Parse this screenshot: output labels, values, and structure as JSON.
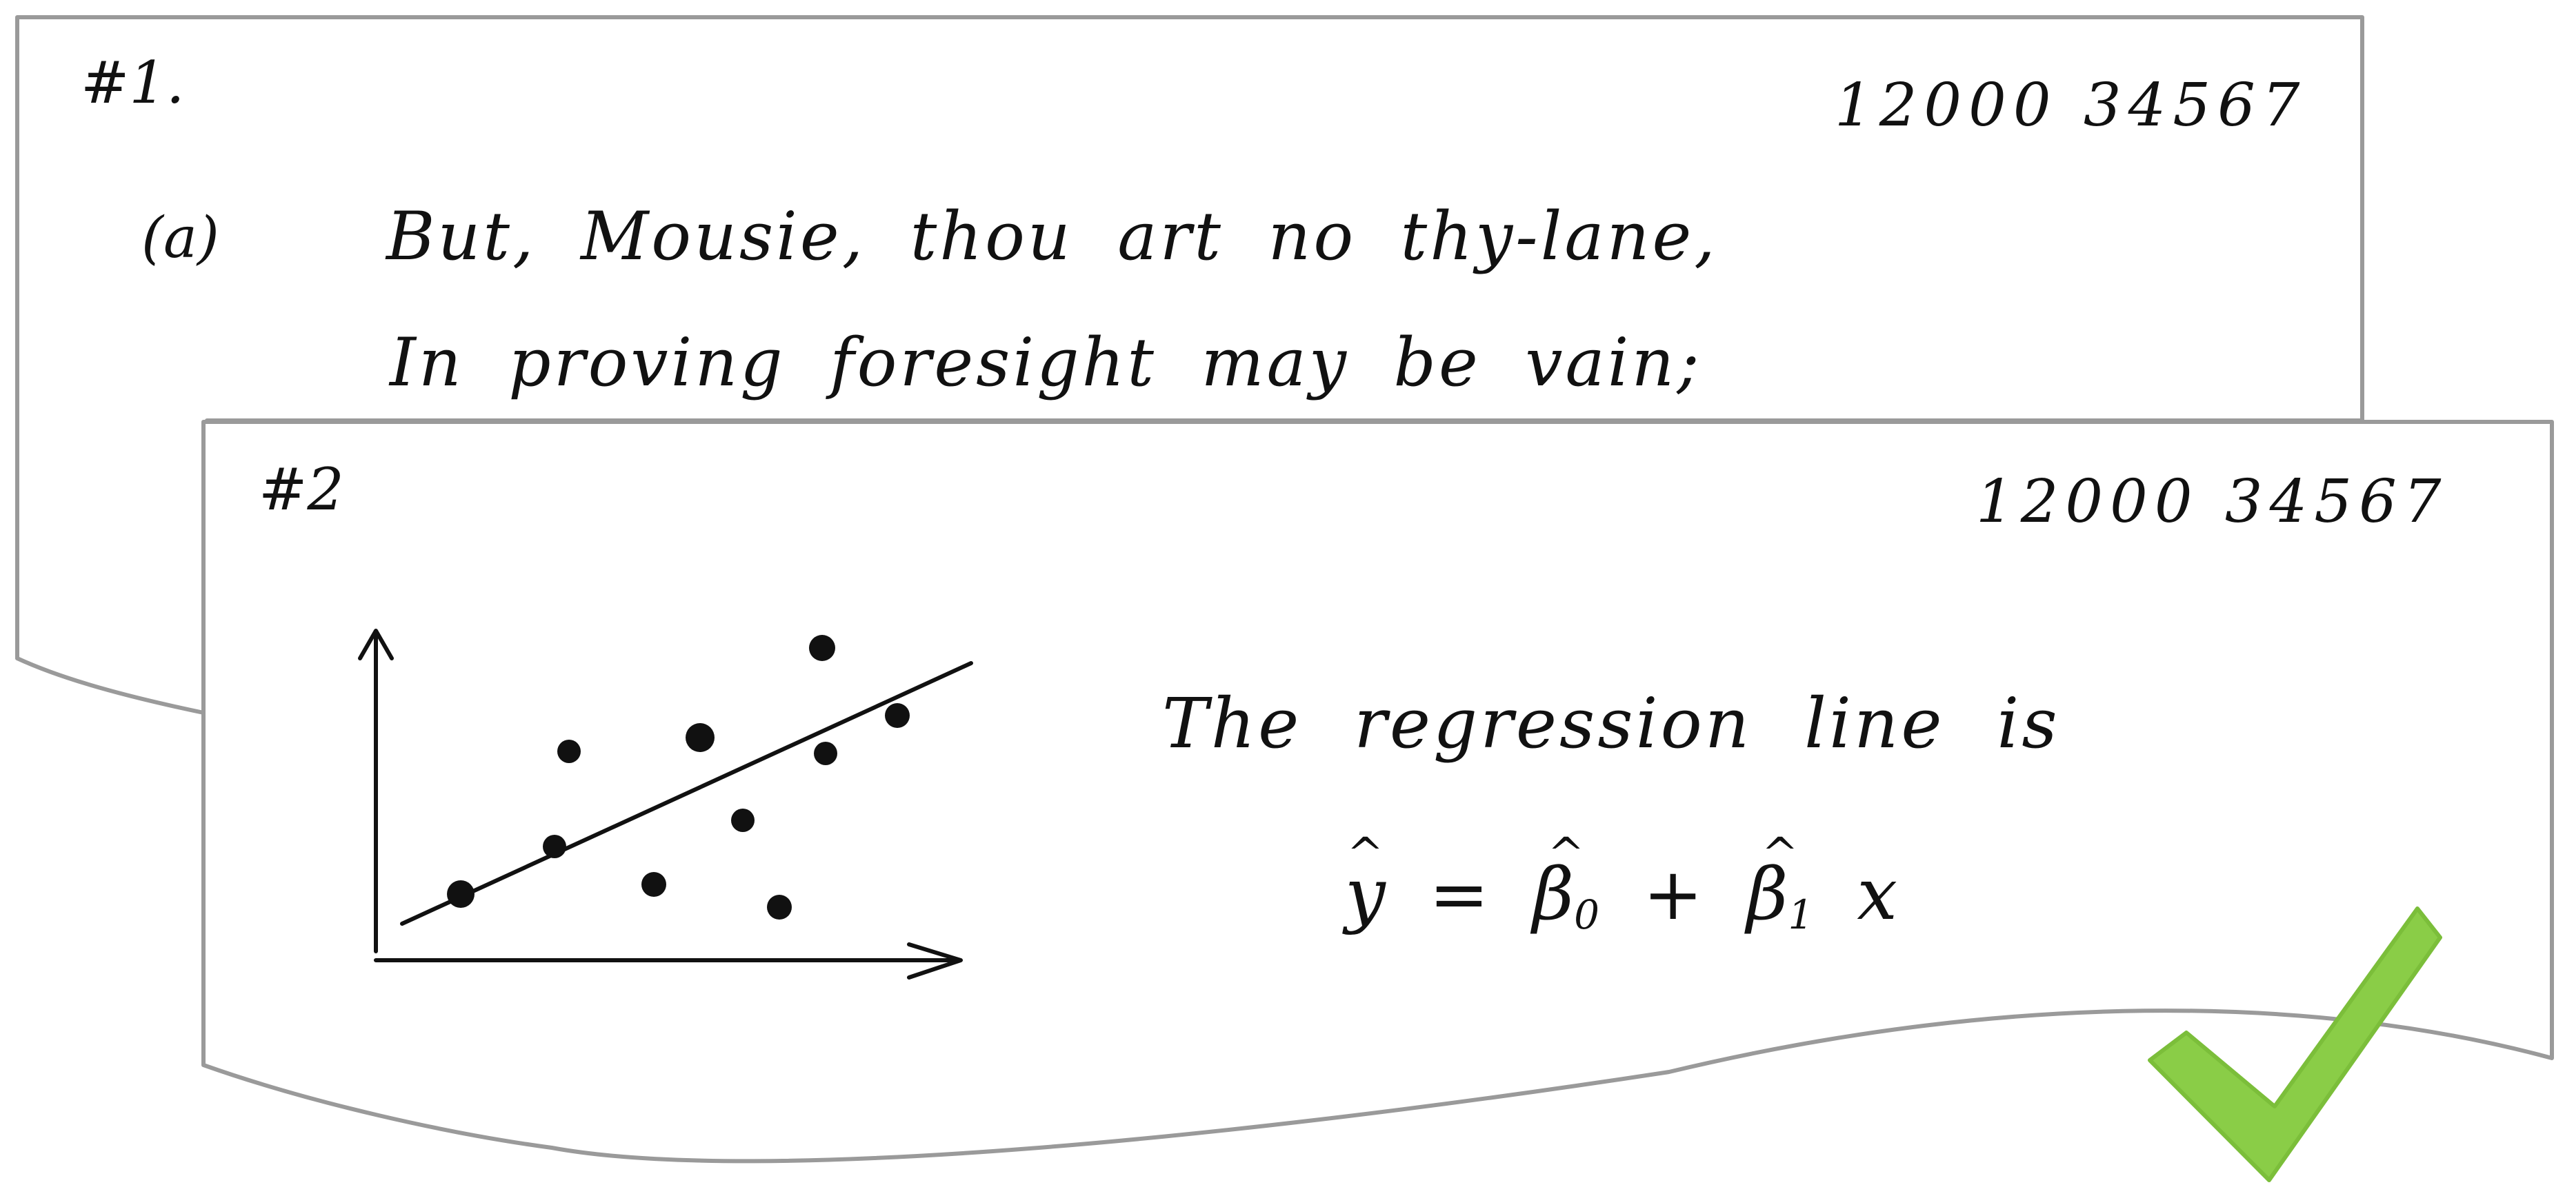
{
  "sheet_1": {
    "question_label": "#1.",
    "student_id": "12000 34567",
    "part_label": "(a)",
    "text_lines": [
      "But, Mousie, thou art no thy-lane,",
      "In proving foresight may be vain;"
    ]
  },
  "sheet_2": {
    "question_label": "#2",
    "student_id": "12000 34567",
    "answer_text": "The regression line is",
    "formula": {
      "lhs": "y",
      "equals": "=",
      "beta": "β",
      "sub_0": "0",
      "plus": "+",
      "sub_1": "1",
      "x": "x",
      "hat": "^"
    },
    "scatter_plot": {
      "point_count": 10,
      "has_regression_line": true,
      "axes": "arrows"
    }
  },
  "check_mark": {
    "icon": "check-mark-icon",
    "color": "#8ACD47"
  },
  "colors": {
    "sheet_border": "#9a9a9a",
    "ink": "#111111"
  }
}
